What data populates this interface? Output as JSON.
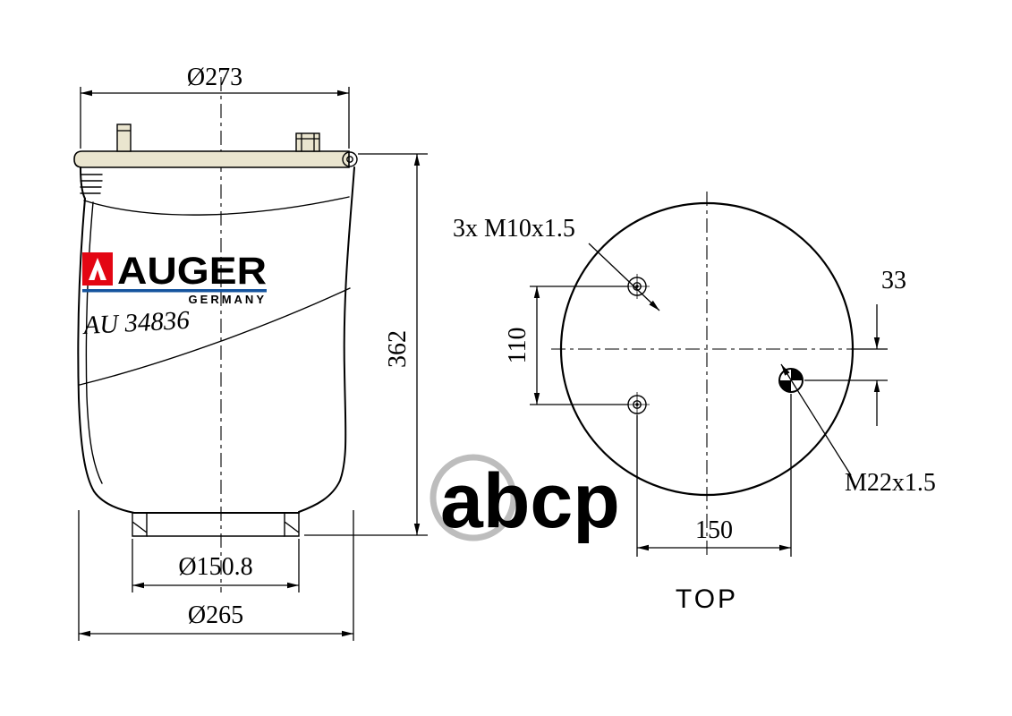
{
  "side_view": {
    "dim_top_diameter": "Ø273",
    "dim_height": "362",
    "dim_piston_diameter": "Ø150.8",
    "dim_base_diameter": "Ø265"
  },
  "top_view": {
    "bolt_label": "3x M10x1.5",
    "dim_bolt_spacing": "110",
    "dim_offset": "33",
    "fitting_label": "M22x1.5",
    "dim_fitting_distance": "150",
    "view_label": "TOP"
  },
  "logo": {
    "brand": "AUGER",
    "country": "GERMANY",
    "part_number": "AU 34836"
  },
  "watermark": {
    "text": "abcp"
  },
  "colors": {
    "brand_red": "#e30613",
    "brand_blue": "#15549e",
    "part_gray": "#c8c8c8",
    "watermark_gray": "#bdbdbd",
    "line": "#000000",
    "plate_fill": "#eae5cf"
  }
}
